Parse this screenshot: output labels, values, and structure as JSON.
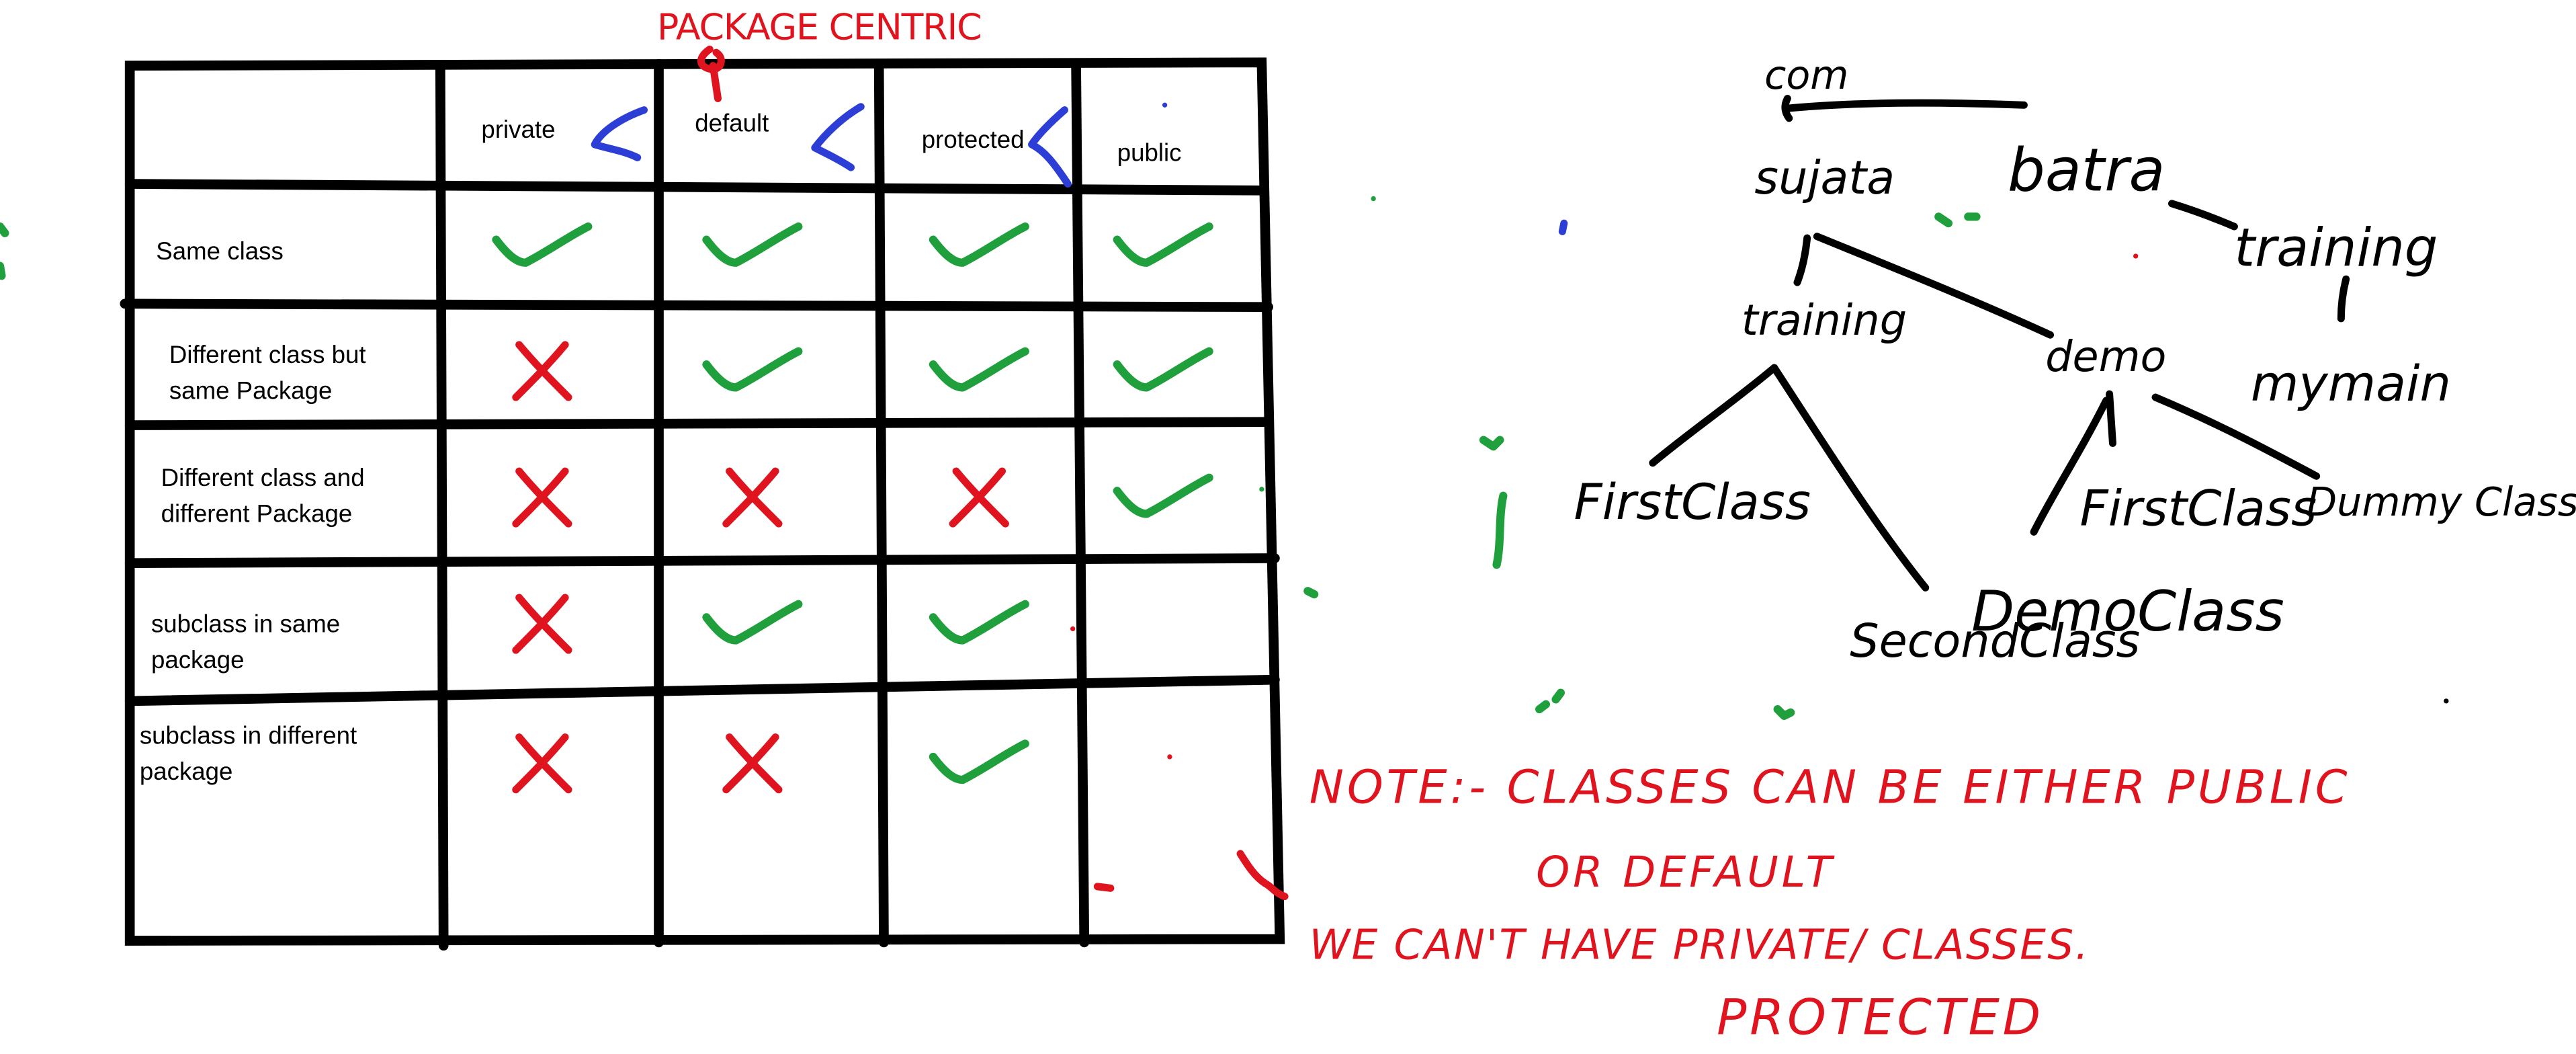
{
  "table": {
    "header_label": "PACKAGE CENTRIC",
    "columns": [
      "private",
      "default",
      "protected",
      "public"
    ],
    "rows": [
      {
        "label_lines": [
          "Same class"
        ],
        "access": [
          "yes",
          "yes",
          "yes",
          "yes"
        ]
      },
      {
        "label_lines": [
          "Different class but",
          "same Package"
        ],
        "access": [
          "no",
          "yes",
          "yes",
          "yes"
        ]
      },
      {
        "label_lines": [
          "Different class and",
          "different Package"
        ],
        "access": [
          "no",
          "no",
          "no",
          "yes"
        ]
      },
      {
        "label_lines": [
          "subclass in same",
          "package"
        ],
        "access": [
          "no",
          "yes",
          "yes",
          ""
        ]
      },
      {
        "label_lines": [
          "subclass in different",
          "package"
        ],
        "access": [
          "no",
          "no",
          "yes",
          ""
        ]
      }
    ]
  },
  "package_tree": {
    "root": "com",
    "packages": [
      "sujata",
      "batra"
    ],
    "sujata_subpackages": [
      "training",
      "demo"
    ],
    "batra_subpackage": "training",
    "batra_leaf": "mymain",
    "training_classes": [
      "FirstClass",
      "SecondClass"
    ],
    "demo_classes": [
      "FirstClass",
      "DemoClass",
      "Dummy Class"
    ]
  },
  "note": {
    "line1": "NOTE:- CLASSES CAN BE EITHER PUBLIC",
    "line2": "OR DEFAULT",
    "line3": "WE CAN'T HAVE PRIVATE/ CLASSES.",
    "line4": "PROTECTED"
  },
  "colors": {
    "check_mark": "#1fa03c",
    "cross_mark": "#e0141e",
    "header_bracket": "#2c3ed6",
    "ink": "#000000",
    "note": "#e0141e"
  }
}
